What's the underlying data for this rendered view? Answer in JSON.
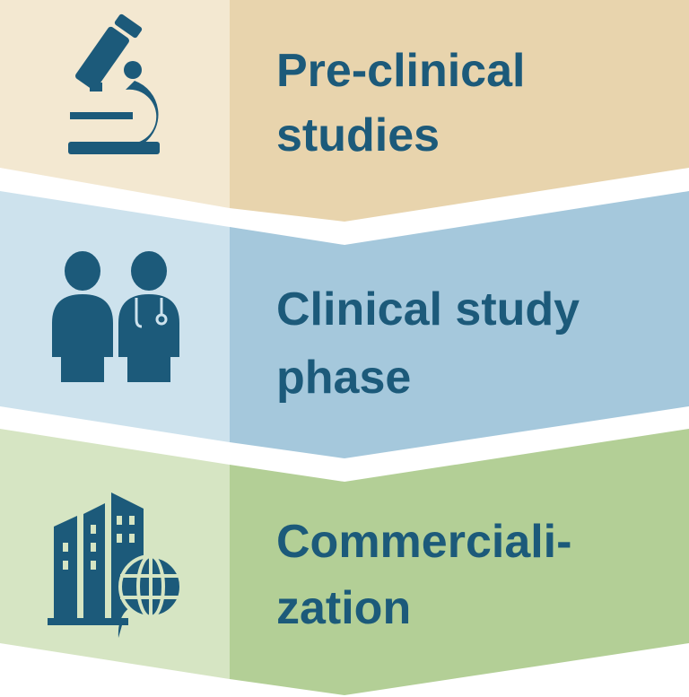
{
  "colors": {
    "text": "#1c5a7a",
    "icon": "#1c5a7a"
  },
  "stages": [
    {
      "line1": "Pre-clinical",
      "line2": "studies",
      "icon": "microscope-icon",
      "light": "#f3e8d1",
      "dark": "#e8d4ad"
    },
    {
      "line1": "Clinical study",
      "line2": "phase",
      "icon": "patient-doctor-icon",
      "light": "#cde2ed",
      "dark": "#a5c8dc"
    },
    {
      "line1": "Commerciali-",
      "line2": "zation",
      "icon": "buildings-globe-icon",
      "light": "#d6e5c3",
      "dark": "#b3cf96"
    }
  ]
}
